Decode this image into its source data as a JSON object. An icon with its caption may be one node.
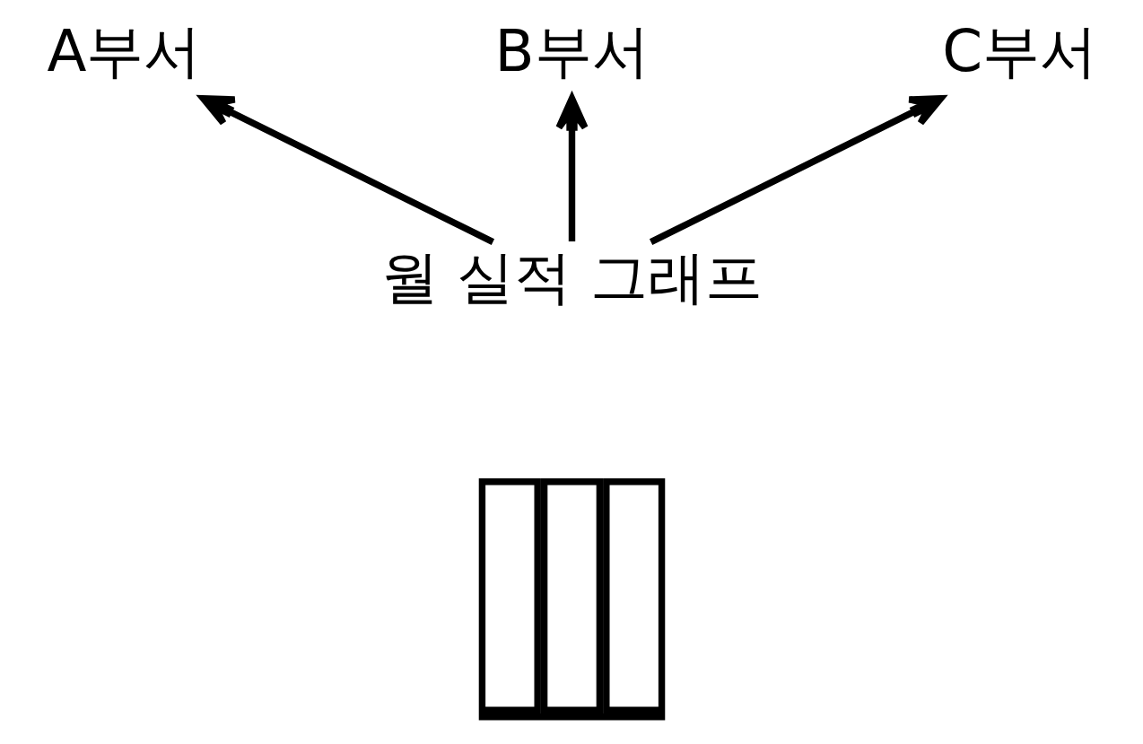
{
  "diagram": {
    "nodes": [
      {
        "text": [
          "B부서"
        ]
      },
      {
        "text": [
          "A부서"
        ]
      },
      {
        "text": [
          "C부서"
        ]
      },
      {
        "text": [
          "월 실적 그래프"
        ]
      },
      {
        "text": [],
        "shape": "picture"
      }
    ],
    "edges": [
      {
        "from": 3,
        "to": 1,
        "arrow": "to"
      },
      {
        "from": 3,
        "to": 0,
        "arrow": "to"
      },
      {
        "from": 3,
        "to": 2,
        "arrow": "to"
      }
    ]
  }
}
